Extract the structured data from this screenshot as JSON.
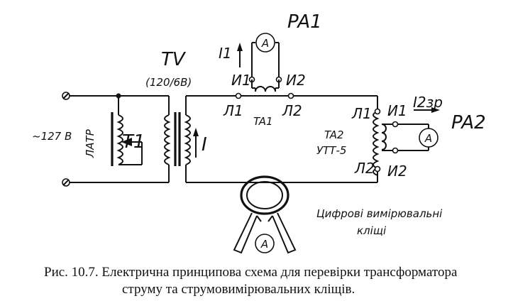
{
  "labels": {
    "pa1": "PA1",
    "pa2": "PA2",
    "ammeter_symbol": "A",
    "i1": "I1",
    "i2zr": "I2зр",
    "tv": "TV",
    "tv_rating": "(120/6В)",
    "voltage": "~127 В",
    "latr": "ЛАТР",
    "t1": "T1",
    "current_i": "I",
    "ta1": "TA1",
    "ta2": "TA2",
    "utt5": "УТТ-5",
    "l1": "Л1",
    "l2": "Л2",
    "yi1": "И1",
    "yi2": "И2",
    "clamp_line1": "Цифрові вимірювальні",
    "clamp_line2": "кліщі"
  },
  "caption": {
    "line1": "Рис. 10.7. Електрична принципова схема для перевірки трансформатора",
    "line2": "струму та струмовимірювальних кліщів."
  }
}
